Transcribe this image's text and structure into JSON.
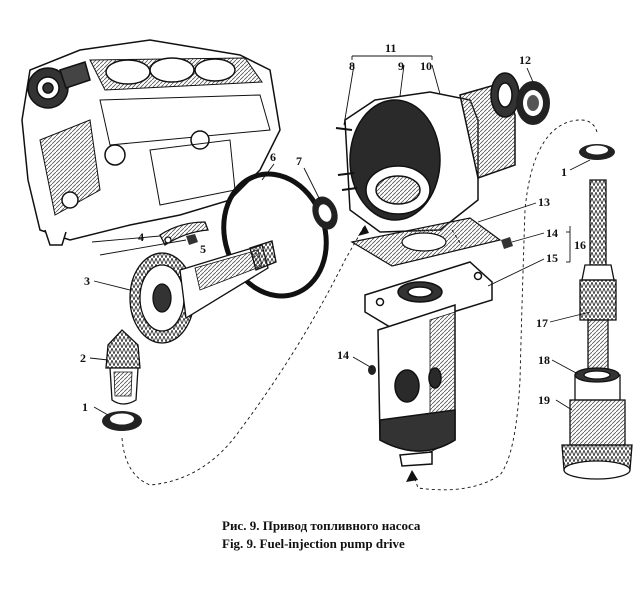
{
  "labels": {
    "l1a": "1",
    "l1b": "1",
    "l2": "2",
    "l3": "3",
    "l4": "4",
    "l5": "5",
    "l6": "6",
    "l7": "7",
    "l8": "8",
    "l9": "9",
    "l10": "10",
    "l11": "11",
    "l12": "12",
    "l13": "13",
    "l14a": "14",
    "l14b": "14",
    "l15": "15",
    "l16": "16",
    "l17": "17",
    "l18": "18",
    "l19": "19"
  },
  "caption": {
    "ru": "Рис. 9. Привод топливного насоса",
    "en": "Fig. 9. Fuel-injection pump drive"
  }
}
